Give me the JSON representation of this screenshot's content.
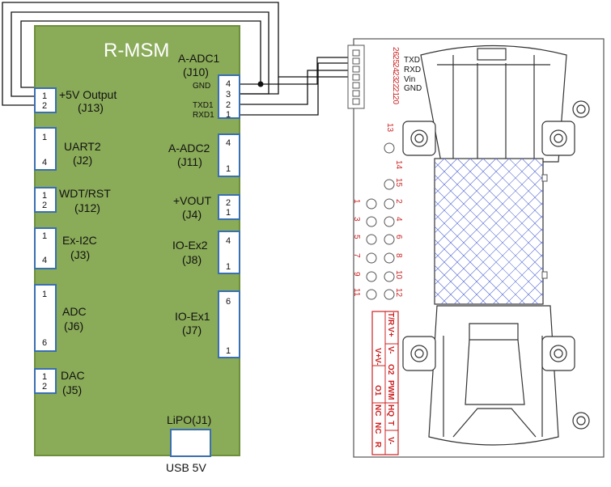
{
  "board": {
    "title": "R-MSM",
    "colors": {
      "board": "#8aab58",
      "board_edge": "#6d8f3c",
      "connector_edge": "#3a6fb0",
      "wire": "#111111",
      "sensor_accent": "#cc2222",
      "mesh": "#5a6ed6"
    },
    "left_connectors": [
      {
        "name": "+5V Output",
        "id": "(J13)",
        "pin_top": "1",
        "pin_bottom": "2"
      },
      {
        "name": "UART2",
        "id": "(J2)",
        "pin_top": "1",
        "pin_bottom": "4"
      },
      {
        "name": "WDT/RST",
        "id": "(J12)",
        "pin_top": "1",
        "pin_bottom": "2"
      },
      {
        "name": "Ex-I2C",
        "id": "(J3)",
        "pin_top": "1",
        "pin_bottom": "4"
      },
      {
        "name": "ADC",
        "id": "(J6)",
        "pin_top": "1",
        "pin_bottom": "6"
      },
      {
        "name": "DAC",
        "id": "(J5)",
        "pin_top": "1",
        "pin_bottom": "2"
      }
    ],
    "right_connectors": [
      {
        "name": "A-ADC1",
        "id": "(J10)",
        "pins": [
          "4",
          "3",
          "2",
          "1"
        ],
        "signals": [
          "GND",
          "TXD1",
          "RXD1"
        ]
      },
      {
        "name": "A-ADC2",
        "id": "(J11)",
        "pin_top": "4",
        "pin_bottom": "1"
      },
      {
        "name": "+VOUT",
        "id": "(J4)",
        "pin_top": "2",
        "pin_bottom": "1"
      },
      {
        "name": "IO-Ex2",
        "id": "(J8)",
        "pin_top": "4",
        "pin_bottom": "1"
      },
      {
        "name": "IO-Ex1",
        "id": "(J7)",
        "pin_top": "6",
        "pin_bottom": "1"
      }
    ],
    "lipo": "LiPO(J1)",
    "usb": "USB 5V"
  },
  "sensor": {
    "pin_numbers": [
      "26",
      "25",
      "24",
      "23",
      "22",
      "21",
      "20"
    ],
    "signal_labels": [
      "TXD",
      "RXD",
      "Vin",
      "GND"
    ],
    "hole_numbers": [
      "13",
      "14",
      "15",
      "1",
      "2",
      "3",
      "4",
      "5",
      "6",
      "7",
      "8",
      "9",
      "10",
      "11",
      "12"
    ],
    "table": [
      [
        "T/R",
        "V+",
        "V-"
      ],
      [
        "V+",
        "V-",
        "O2",
        "PWM",
        "HQ",
        "T",
        "V-"
      ],
      [
        "O1",
        "NC",
        "NC",
        "R"
      ]
    ]
  }
}
